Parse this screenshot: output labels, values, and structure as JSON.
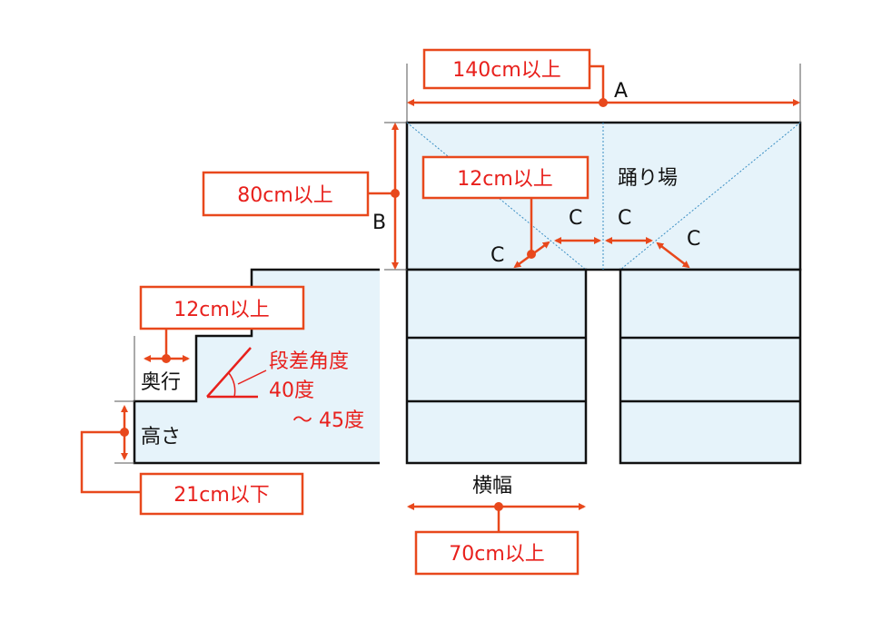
{
  "colors": {
    "accent": "#e8481c",
    "text_red": "#e8201c",
    "fill": "#e6f3fa"
  },
  "labels": {
    "width_total": "140cm以上",
    "A": "A",
    "depth_landing": "80cm以上",
    "B": "B",
    "landing_clearance": "12cm以上",
    "landing": "踊り場",
    "C": "C",
    "tread_min": "12cm以上",
    "tread": "奥行",
    "riser": "高さ",
    "riser_max": "21cm以下",
    "angle_title": "段差角度",
    "angle_from": "40度",
    "angle_to": "〜 45度",
    "stair_width": "横幅",
    "stair_width_min": "70cm以上"
  }
}
